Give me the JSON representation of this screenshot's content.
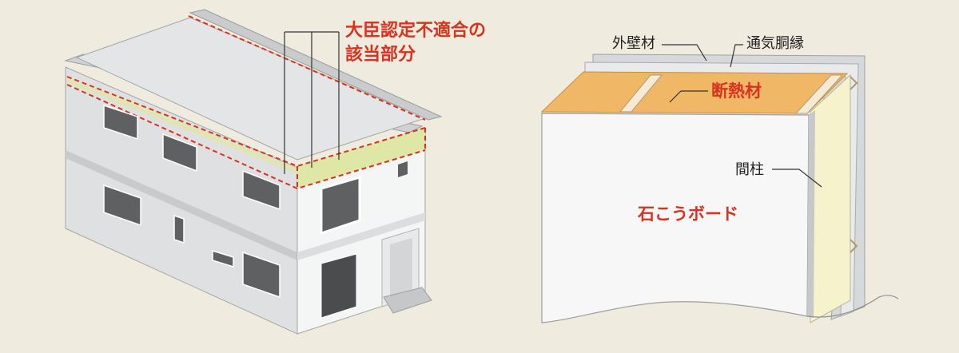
{
  "house_callout": {
    "line1": "大臣認定不適合の",
    "line2": "該当部分"
  },
  "wall_labels": {
    "exterior": "外壁材",
    "ventilation_furring": "通気胴縁",
    "insulation": "断熱材",
    "stud": "間柱",
    "gypsum_board": "石こうボード"
  },
  "colors": {
    "background": "#efebdf",
    "callout_red": "#d8331f",
    "nonconforming_highlight": "#dfe7a6",
    "insulation": "#f0b766",
    "cavity": "#f6f2cc"
  }
}
